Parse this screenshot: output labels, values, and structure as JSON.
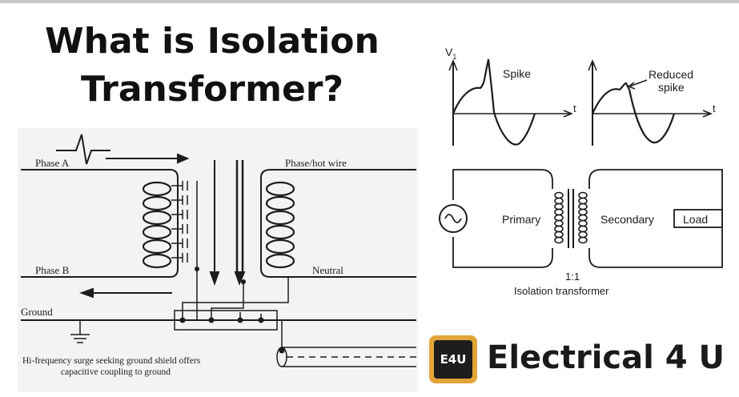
{
  "title": {
    "line1": "What is Isolation",
    "line2": "Transformer?"
  },
  "left_diagram": {
    "phase_a": "Phase A",
    "phase_b": "Phase B",
    "phase_hot": "Phase/hot wire",
    "neutral": "Neutral",
    "ground": "Ground",
    "caption_line1": "Hi-frequency surge seeking ground shield offers",
    "caption_line2": "capacitive coupling to ground"
  },
  "waveforms": {
    "v_label": "V",
    "v_subscript": "1",
    "t_label": "t",
    "spike": "Spike",
    "reduced_line1": "Reduced",
    "reduced_line2": "spike"
  },
  "right_circuit": {
    "primary": "Primary",
    "secondary": "Secondary",
    "load": "Load",
    "ratio": "1:1",
    "caption": "Isolation transformer"
  },
  "brand": {
    "badge": "E4U",
    "name": "Electrical 4 U",
    "badge_color": "#e3a43a"
  }
}
